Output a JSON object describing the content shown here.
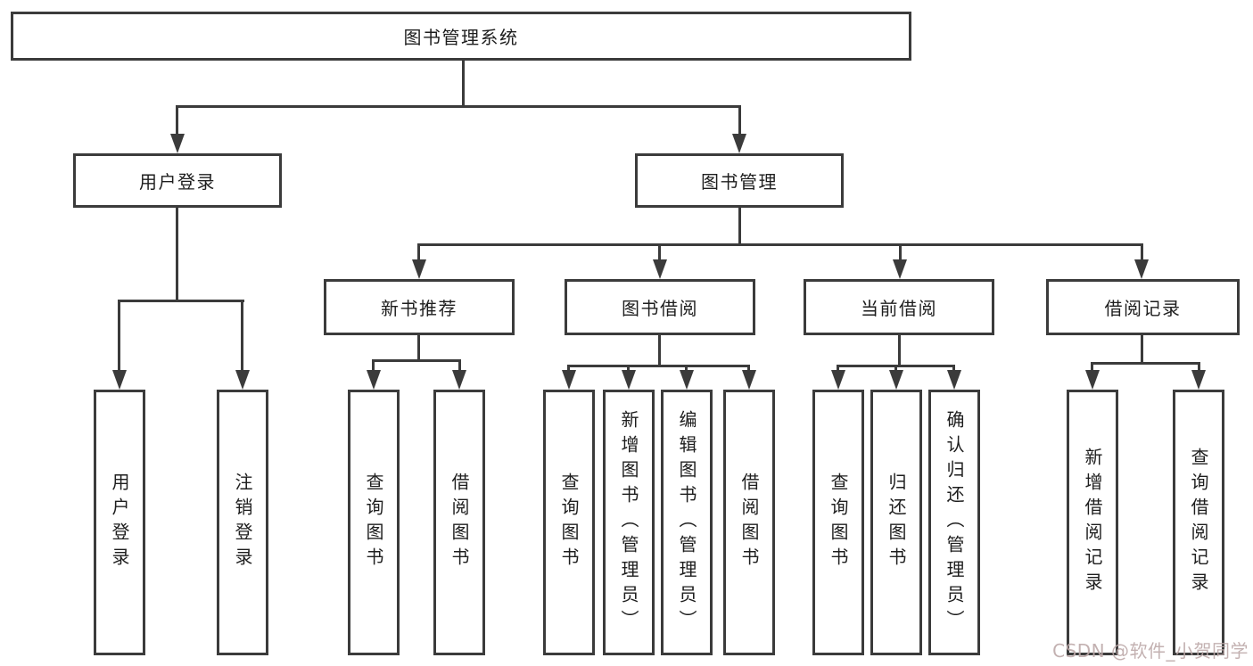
{
  "diagram": {
    "title": "图书管理系统",
    "type": "hierarchy-diagram"
  },
  "tree": {
    "root": {
      "label": "图书管理系统",
      "children": [
        {
          "label": "用户登录",
          "children": [
            {
              "label": "用户登录"
            },
            {
              "label": "注销登录"
            }
          ]
        },
        {
          "label": "图书管理",
          "children": [
            {
              "label": "新书推荐",
              "children": [
                {
                  "label": "查询图书"
                },
                {
                  "label": "借阅图书"
                }
              ]
            },
            {
              "label": "图书借阅",
              "children": [
                {
                  "label": "查询图书"
                },
                {
                  "label": "新增图书（管理员）"
                },
                {
                  "label": "编辑图书（管理员）"
                },
                {
                  "label": "借阅图书"
                }
              ]
            },
            {
              "label": "当前借阅",
              "children": [
                {
                  "label": "查询图书"
                },
                {
                  "label": "归还图书"
                },
                {
                  "label": "确认归还（管理员）"
                }
              ]
            },
            {
              "label": "借阅记录",
              "children": [
                {
                  "label": "新增借阅记录"
                },
                {
                  "label": "查询借阅记录"
                }
              ]
            }
          ]
        }
      ]
    }
  },
  "watermark": "CSDN @软件_小贺同学",
  "colors": {
    "line": "#3b3b3b",
    "text": "#1e1e1e",
    "background": "#ffffff",
    "watermark": "#bca8a8"
  }
}
